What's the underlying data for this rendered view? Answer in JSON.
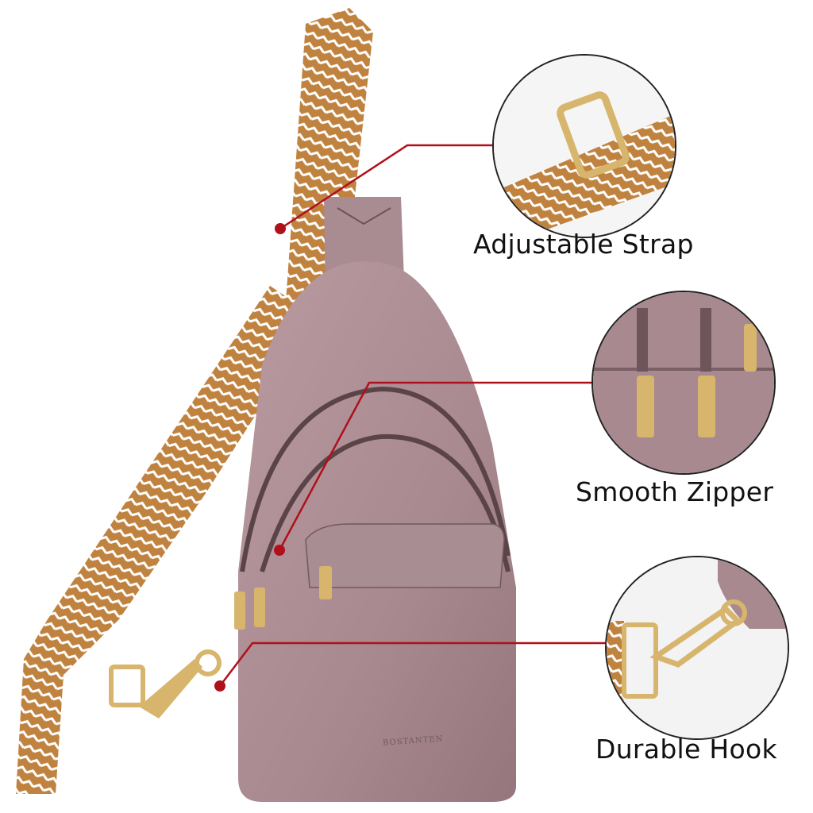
{
  "product": {
    "brand_logo_text": "BOSTANTEN",
    "bag_color": "#a8898f",
    "strap_color_primary": "#c0823f",
    "strap_color_secondary": "#ffffff",
    "hardware_color": "#d7b56d"
  },
  "callouts": [
    {
      "label": "Adjustable Strap",
      "feature": "strap-buckle"
    },
    {
      "label": "Smooth Zipper",
      "feature": "zipper-pulls"
    },
    {
      "label": "Durable Hook",
      "feature": "swivel-hook"
    }
  ],
  "colors": {
    "leader_line": "#b0101a",
    "circle_border": "#222222",
    "text": "#111111",
    "background": "#ffffff"
  }
}
